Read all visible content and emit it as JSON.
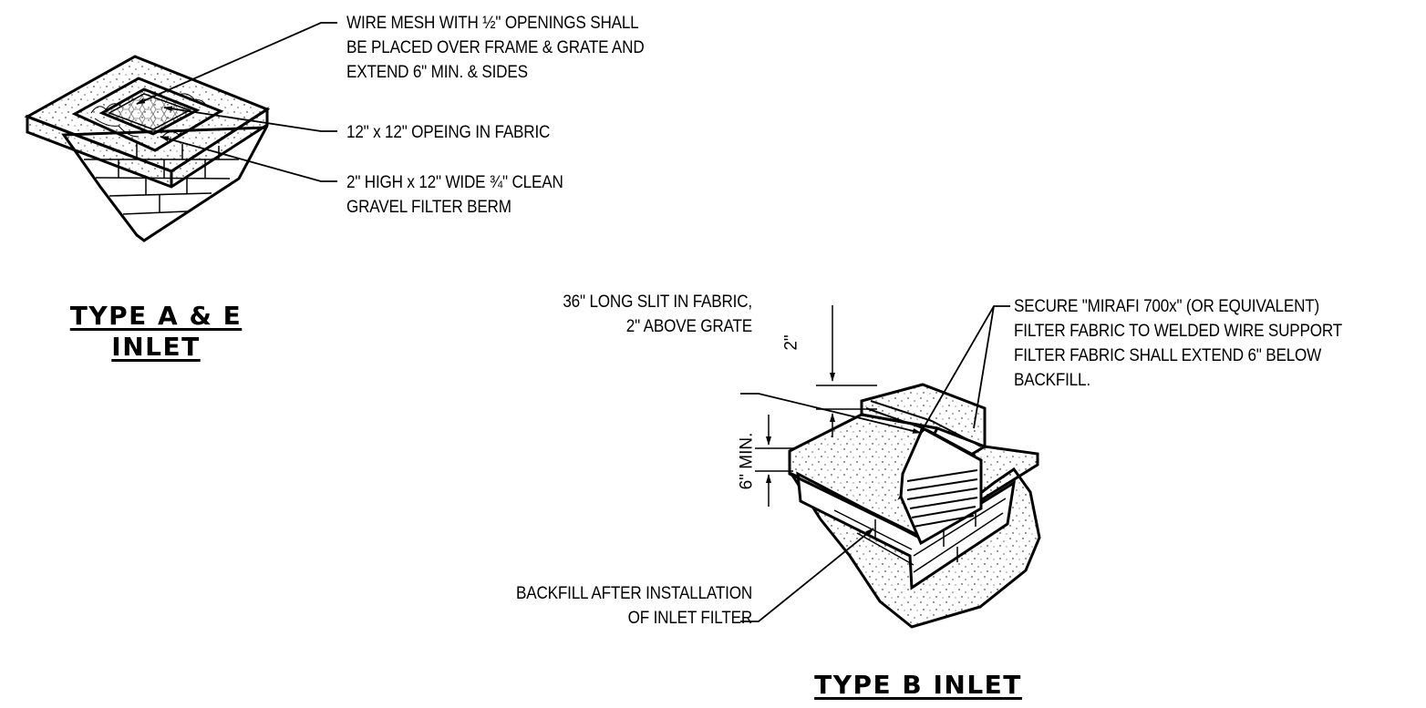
{
  "type_ae": {
    "title_line1": "TYPE A & E",
    "title_line2": "INLET",
    "notes": {
      "wire_mesh": [
        "WIRE MESH WITH ½\" OPENINGS SHALL",
        "BE PLACED OVER FRAME & GRATE AND",
        "EXTEND 6\" MIN. & SIDES"
      ],
      "opening": [
        "12\" x 12\" OPEING IN FABRIC"
      ],
      "berm": [
        "2\" HIGH x 12\" WIDE ¾\" CLEAN",
        "GRAVEL FILTER BERM"
      ]
    }
  },
  "type_b": {
    "title": "TYPE B INLET",
    "notes": {
      "slit": [
        "36\" LONG SLIT IN FABRIC,",
        "2\" ABOVE GRATE"
      ],
      "secure": [
        "SECURE \"MIRAFI 700x\" (OR EQUIVALENT)",
        "FILTER FABRIC TO WELDED WIRE SUPPORT",
        "FILTER FABRIC SHALL EXTEND 6\" BELOW",
        "BACKFILL."
      ],
      "backfill": [
        "BACKFILL AFTER INSTALLATION",
        "OF INLET FILTER"
      ]
    },
    "dimensions": {
      "top_gap": "2\"",
      "depth": "6\" MIN."
    }
  }
}
